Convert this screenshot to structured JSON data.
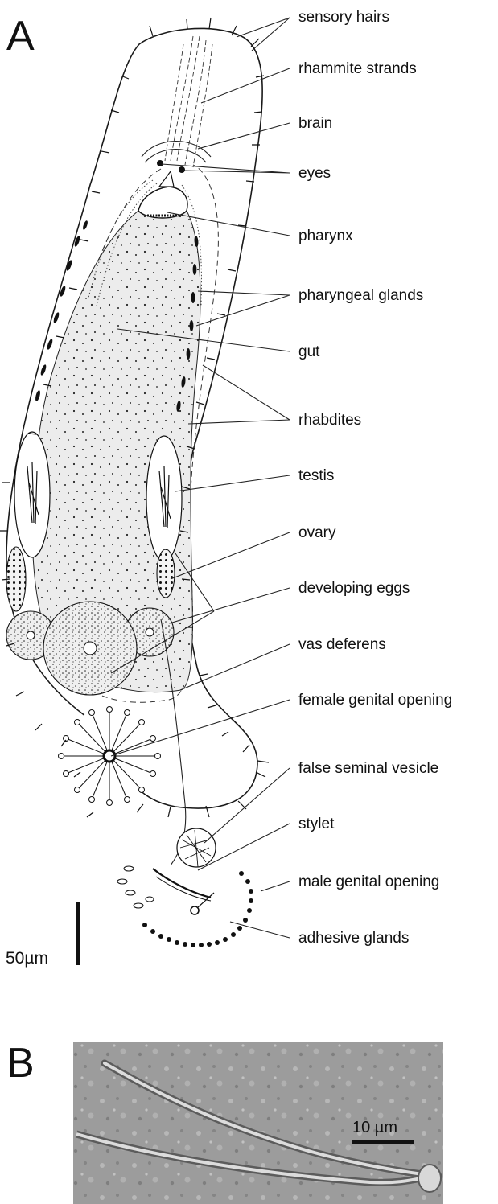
{
  "panel_a": {
    "letter": "A",
    "labels": {
      "sensory_hairs": "sensory hairs",
      "rhammite_strands": "rhammite strands",
      "brain": "brain",
      "eyes": "eyes",
      "pharynx": "pharynx",
      "pharyngeal_glands": "pharyngeal glands",
      "gut": "gut",
      "rhabdites": "rhabdites",
      "testis": "testis",
      "ovary": "ovary",
      "developing_eggs": "developing eggs",
      "vas_deferens": "vas deferens",
      "female_genital_opening": "female genital opening",
      "false_seminal_vesicle": "false seminal vesicle",
      "stylet": "stylet",
      "male_genital_opening": "male genital opening",
      "adhesive_glands": "adhesive glands"
    },
    "scale_bar": "50µm"
  },
  "panel_b": {
    "letter": "B",
    "scale_bar": "10 µm"
  }
}
